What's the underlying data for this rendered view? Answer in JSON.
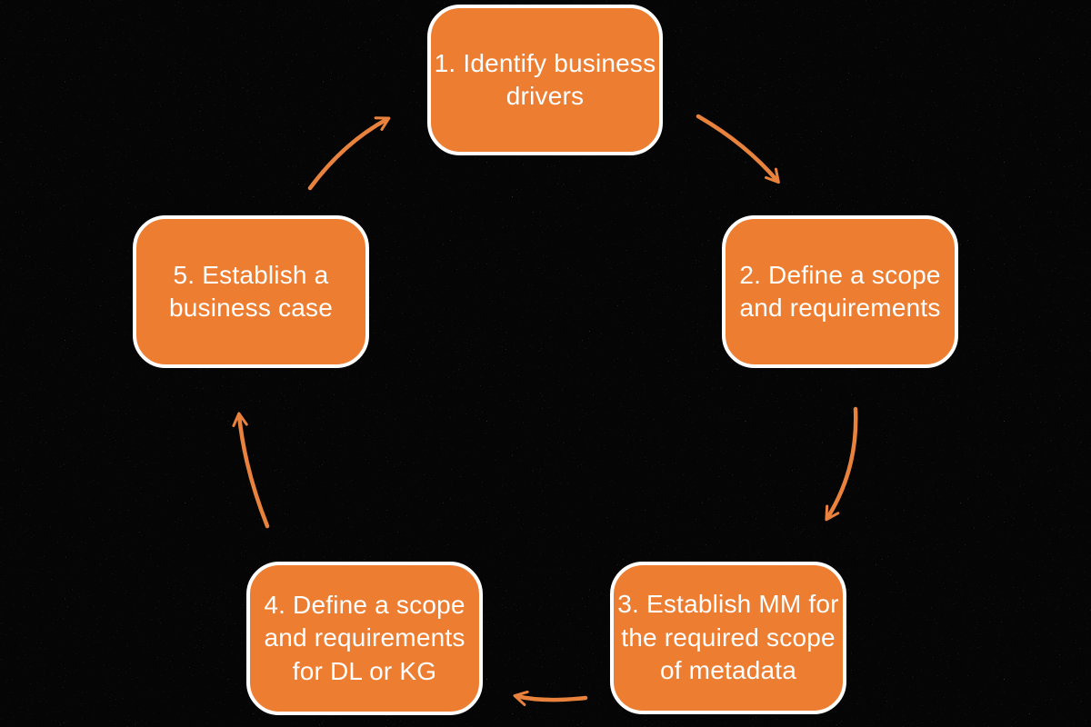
{
  "diagram": {
    "type": "cycle",
    "background_base_color": "#60705C",
    "background_speckle_color": "#000000",
    "node_fill_color": "#ED7D31",
    "node_border_color": "#FFFFFF",
    "node_text_color": "#FFFFFF",
    "arrow_color": "#E8823C",
    "nodes": [
      {
        "id": "1",
        "label": "1. Identify business\ndrivers"
      },
      {
        "id": "2",
        "label": "2. Define a scope\nand requirements"
      },
      {
        "id": "3",
        "label": "3. Establish MM for\nthe required scope\nof metadata"
      },
      {
        "id": "4",
        "label": "4. Define a scope\nand requirements\nfor DL or KG"
      },
      {
        "id": "5",
        "label": "5. Establish a\nbusiness case"
      }
    ],
    "edges": [
      {
        "from": "1",
        "to": "2"
      },
      {
        "from": "2",
        "to": "3"
      },
      {
        "from": "3",
        "to": "4"
      },
      {
        "from": "4",
        "to": "5"
      },
      {
        "from": "5",
        "to": "1"
      }
    ]
  }
}
